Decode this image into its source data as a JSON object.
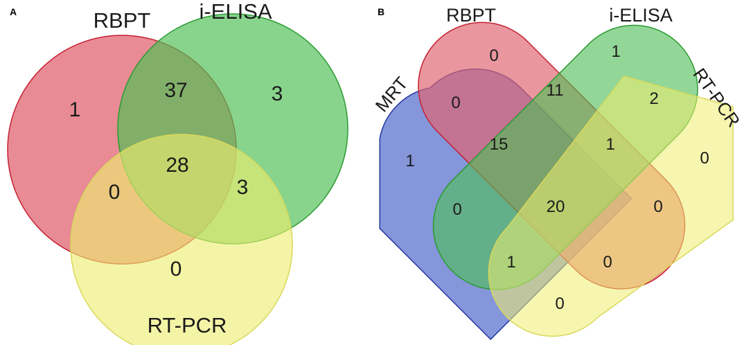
{
  "panel_a": {
    "letter": "A",
    "sets": {
      "rbpt": {
        "label": "RBPT",
        "color": "#e06470"
      },
      "ielisa": {
        "label": "i-ELISA",
        "color": "#4fbf57"
      },
      "rtpcr": {
        "label": "RT-PCR",
        "color": "#eeee70"
      }
    },
    "regions": {
      "rbpt_only": "1",
      "ielisa_only": "3",
      "rtpcr_only": "0",
      "rbpt_ielisa": "37",
      "rbpt_rtpcr": "0",
      "ielisa_rtpcr": "3",
      "all": "28"
    }
  },
  "panel_b": {
    "letter": "B",
    "sets": {
      "mrt": {
        "label": "MRT",
        "color": "#3a55c4"
      },
      "rbpt": {
        "label": "RBPT",
        "color": "#e06470"
      },
      "ielisa": {
        "label": "i-ELISA",
        "color": "#4fbf57"
      },
      "rtpcr": {
        "label": "RT-PCR",
        "color": "#eeee70"
      }
    },
    "regions": {
      "mrt_only": "1",
      "rbpt_only": "0",
      "ielisa_only": "1",
      "rtpcr_only": "0",
      "mrt_rbpt": "0",
      "rbpt_ielisa": "11",
      "ielisa_rtpcr": "2",
      "mrt_rbpt_ielisa": "15",
      "rbpt_ielisa_rtpcr": "1",
      "mrt_ielisa": "0",
      "rbpt_rtpcr": "0",
      "all": "20",
      "mrt_ielisa_rtpcr": "1",
      "mrt_rbpt_rtpcr": "0",
      "mrt_rtpcr": "0"
    }
  }
}
